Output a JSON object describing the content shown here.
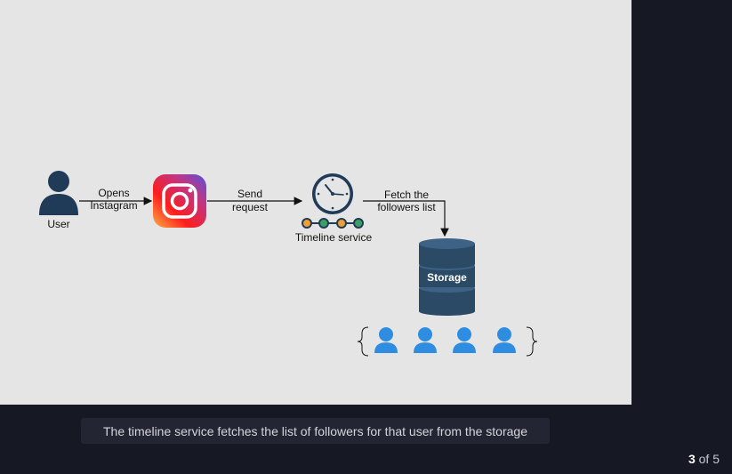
{
  "diagram": {
    "user_label": "User",
    "arrow1_line1": "Opens",
    "arrow1_line2": "Instagram",
    "arrow2_line1": "Send",
    "arrow2_line2": "request",
    "timeline_label": "Timeline service",
    "arrow3_line1": "Fetch the",
    "arrow3_line2": "followers list",
    "storage_label": "Storage",
    "colors": {
      "user_icon": "#1f3b57",
      "storage": "#2b4a66",
      "follower_icon": "#2e8de0",
      "clock_face": "#1f3b57",
      "dot_orange": "#f0a030",
      "dot_green": "#3aa060"
    }
  },
  "caption": "The timeline service fetches the list of followers for that user from the storage",
  "pager": {
    "current": "3",
    "text": "of 5"
  }
}
